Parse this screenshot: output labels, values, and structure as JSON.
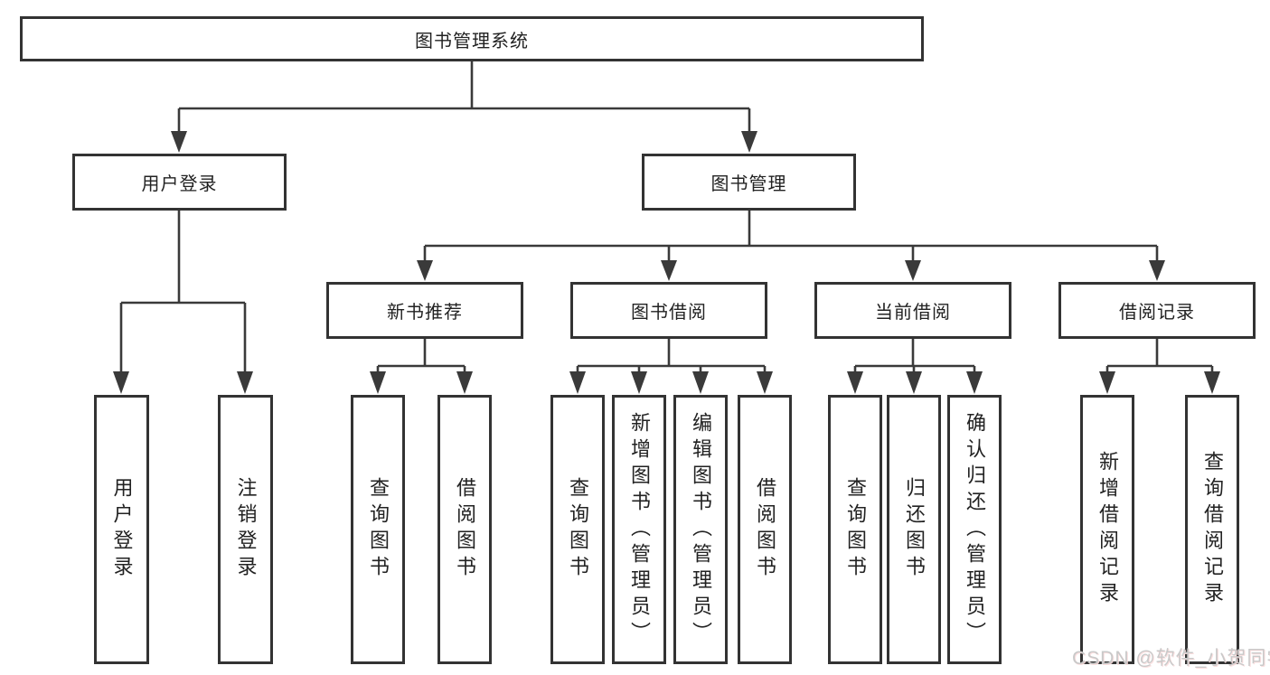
{
  "diagram": {
    "title": "图书管理系统",
    "colors": {
      "line": "#3a3a3a",
      "box_border": "#333333",
      "box_fill": "#ffffff",
      "text": "#222222",
      "watermark": "#c9c9c9"
    },
    "tree": {
      "root": {
        "label": "图书管理系统",
        "children": [
          {
            "label": "用户登录",
            "children": [
              {
                "label": "用户登录"
              },
              {
                "label": "注销登录"
              }
            ]
          },
          {
            "label": "图书管理",
            "children": [
              {
                "label": "新书推荐",
                "children": [
                  {
                    "label": "查询图书"
                  },
                  {
                    "label": "借阅图书"
                  }
                ]
              },
              {
                "label": "图书借阅",
                "children": [
                  {
                    "label": "查询图书"
                  },
                  {
                    "label": "新增图书（管理员）"
                  },
                  {
                    "label": "编辑图书（管理员）"
                  },
                  {
                    "label": "借阅图书"
                  }
                ]
              },
              {
                "label": "当前借阅",
                "children": [
                  {
                    "label": "查询图书"
                  },
                  {
                    "label": "归还图书"
                  },
                  {
                    "label": "确认归还（管理员）"
                  }
                ]
              },
              {
                "label": "借阅记录",
                "children": [
                  {
                    "label": "新增借阅记录"
                  },
                  {
                    "label": "查询借阅记录"
                  }
                ]
              }
            ]
          }
        ]
      }
    },
    "watermark": "CSDN @软件_小贺同学"
  }
}
